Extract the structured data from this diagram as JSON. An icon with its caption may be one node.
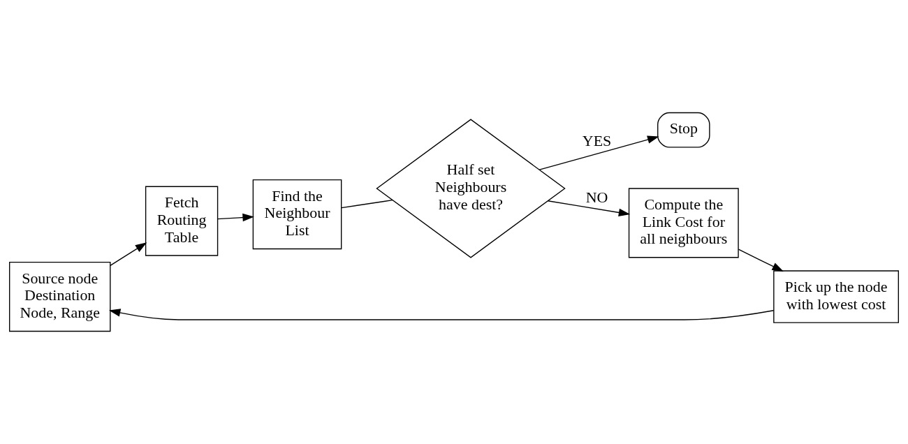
{
  "diagram": {
    "nodes": [
      {
        "text": [
          "Source node Destination Node, Range"
        ]
      },
      {
        "text": [
          "Fetch Routing Table"
        ]
      },
      {
        "text": [
          "Find the Neighbour List"
        ]
      },
      {
        "text": [
          "Half set Neighbours have dest?"
        ]
      },
      {
        "text": [
          "Stop"
        ]
      },
      {
        "text": [
          "Compute the Link Cost for all neighbours"
        ]
      },
      {
        "text": [
          "Pick up the node with lowest cost"
        ]
      }
    ],
    "edges": [
      {
        "from": 0,
        "to": 1,
        "arrow": "to"
      },
      {
        "from": 1,
        "to": 2,
        "arrow": "to"
      },
      {
        "from": 2,
        "to": 3,
        "arrow": "none"
      },
      {
        "from": 3,
        "to": 4,
        "arrow": "to",
        "label": "YES"
      },
      {
        "from": 3,
        "to": 5,
        "arrow": "to",
        "label": "NO"
      },
      {
        "from": 5,
        "to": 6,
        "arrow": "to"
      },
      {
        "from": 6,
        "to": 0,
        "arrow": "to"
      }
    ]
  }
}
